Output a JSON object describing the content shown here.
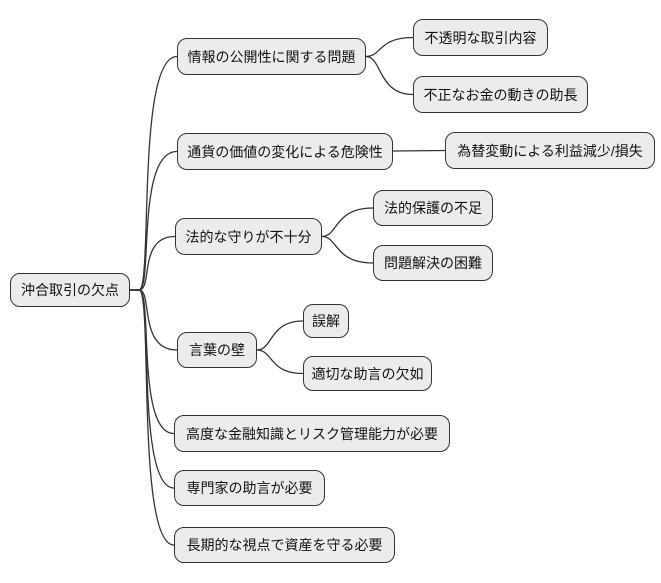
{
  "diagram": {
    "type": "mindmap-flowchart",
    "direction": "left-to-right",
    "colors": {
      "background": "#ffffff",
      "node_fill": "#ececec",
      "node_border": "#333333",
      "link": "#333333",
      "text": "#111111"
    },
    "root": {
      "label": "沖合取引の欠点"
    },
    "branches": [
      {
        "label": "情報の公開性に関する問題",
        "children": [
          {
            "label": "不透明な取引内容"
          },
          {
            "label": "不正なお金の動きの助長"
          }
        ]
      },
      {
        "label": "通貨の価値の変化による危険性",
        "children": [
          {
            "label": "為替変動による利益減少/損失"
          }
        ]
      },
      {
        "label": "法的な守りが不十分",
        "children": [
          {
            "label": "法的保護の不足"
          },
          {
            "label": "問題解決の困難"
          }
        ]
      },
      {
        "label": "言葉の壁",
        "children": [
          {
            "label": "誤解"
          },
          {
            "label": "適切な助言の欠如"
          }
        ]
      },
      {
        "label": "高度な金融知識とリスク管理能力が必要",
        "children": []
      },
      {
        "label": "専門家の助言が必要",
        "children": []
      },
      {
        "label": "長期的な視点で資産を守る必要",
        "children": []
      }
    ]
  }
}
